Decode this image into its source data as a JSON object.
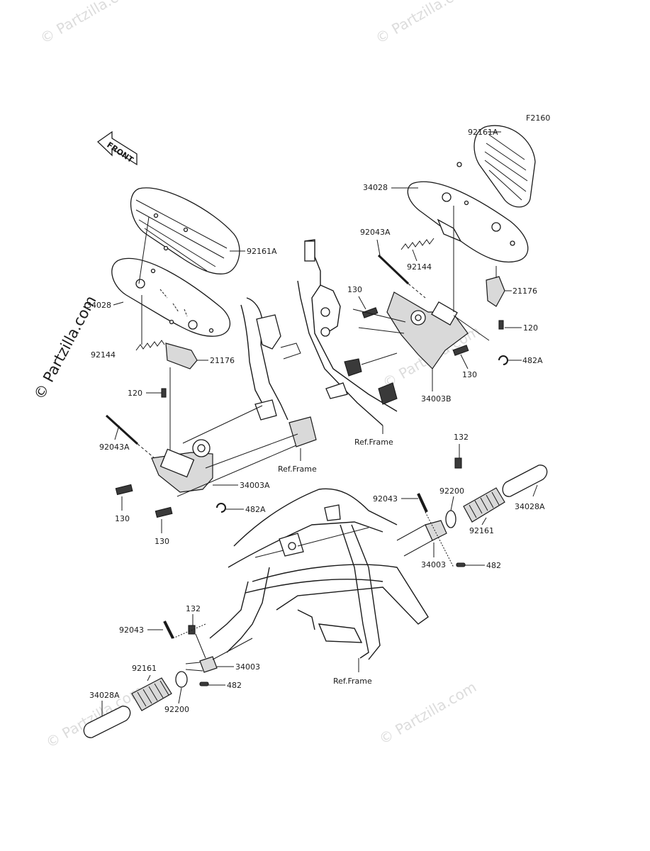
{
  "diagram_code": "F2160",
  "front_label": "FRONT",
  "watermarks": [
    "© Partzilla.com",
    "© Partzilla.com",
    "© Partzilla.com",
    "© Partzilla.com",
    "© Partzilla.com",
    "© Partzilla.com"
  ],
  "labels": {
    "top_right_board_cover": "92161A",
    "top_right_board": "34028",
    "top_right_pin": "92043A",
    "top_right_spring": "92144",
    "top_right_bolt": "130",
    "top_right_clip_plate": "21176",
    "top_right_screw": "120",
    "top_right_circlip": "482A",
    "top_right_bolt2": "130",
    "top_right_bracket": "34003B",
    "ref_frame_top": "Ref.Frame",
    "left_board_cover": "92161A",
    "left_board": "34028",
    "left_spring": "92144",
    "left_clip_plate": "21176",
    "left_screw": "120",
    "left_pin": "92043A",
    "left_bracket": "34003A",
    "left_circlip": "482A",
    "left_bolt1": "130",
    "left_bolt2": "130",
    "ref_frame_middle": "Ref.Frame",
    "right_peg_bolt": "132",
    "right_peg_washer": "92200",
    "right_peg_pin": "92043",
    "right_peg_rubber": "92161",
    "right_peg_tube": "34028A",
    "right_peg_bracket": "34003",
    "right_peg_clip": "482",
    "lower_peg_bolt": "132",
    "lower_peg_pin": "92043",
    "lower_peg_bracket": "34003",
    "lower_peg_rubber": "92161",
    "lower_peg_clip": "482",
    "lower_peg_tube": "34028A",
    "lower_peg_washer": "92200",
    "ref_frame_bottom": "Ref.Frame"
  }
}
